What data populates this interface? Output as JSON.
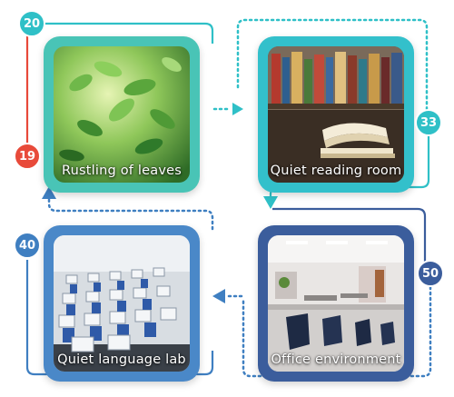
{
  "colors": {
    "teal": "#2fc0c7",
    "blue": "#3f7fc1",
    "red": "#e84a3a",
    "green_card": "#49c4b6",
    "cyan_card": "#33c0cb",
    "blue_card": "#4a88c8",
    "navy_card": "#3b5d9c"
  },
  "cards": [
    {
      "label": "Rustling of leaves",
      "image": "green-leaves"
    },
    {
      "label": "Quiet reading room",
      "image": "books-on-shelf"
    },
    {
      "label": "Quiet language lab",
      "image": "computer-lab"
    },
    {
      "label": "Office environment",
      "image": "office-chairs"
    }
  ],
  "badges": [
    {
      "value": "20",
      "color": "#2fc0c7"
    },
    {
      "value": "19",
      "color": "#e84a3a"
    },
    {
      "value": "33",
      "color": "#2fc0c7"
    },
    {
      "value": "40",
      "color": "#3f7fc1"
    },
    {
      "value": "50",
      "color": "#3b5d9c"
    }
  ]
}
